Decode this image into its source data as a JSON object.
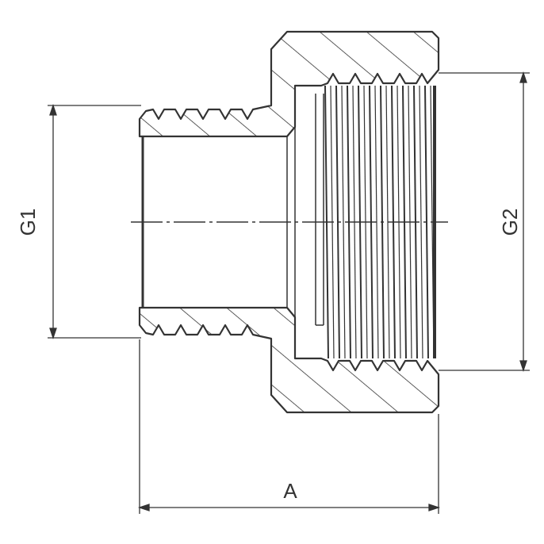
{
  "drawing": {
    "dimensions": {
      "g1_label": "G1",
      "g2_label": "G2",
      "a_label": "A"
    },
    "colors": {
      "line": "#333333",
      "background": "#ffffff"
    }
  }
}
